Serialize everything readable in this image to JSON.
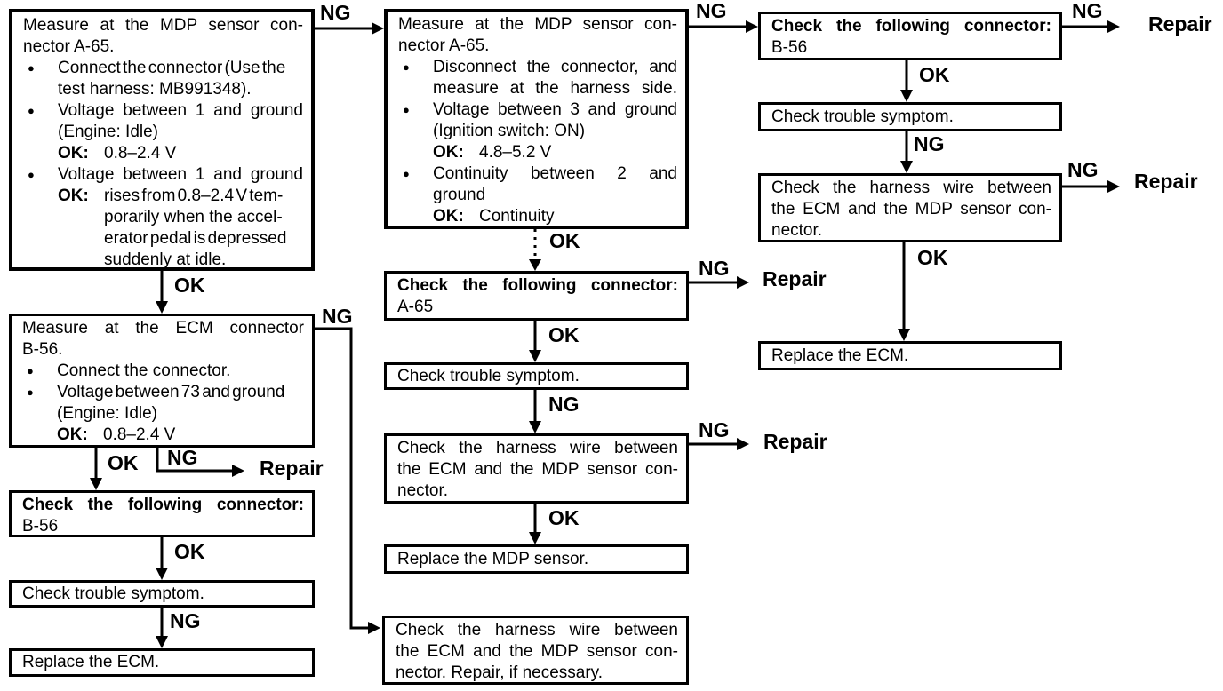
{
  "edge_labels": {
    "ng": "NG",
    "ok": "OK",
    "repair": "Repair"
  },
  "icons": {
    "bullet": "●"
  },
  "boxes": {
    "measure_mdp_connected": {
      "title_lines": [
        "Measure at the MDP sensor con-",
        "nector A-65."
      ],
      "bullets": [
        {
          "lines": [
            "Connect the connector (Use the",
            "test harness: MB991348)."
          ]
        },
        {
          "lines": [
            "Voltage between 1 and ground",
            "(Engine: Idle)"
          ],
          "ok_label": "OK:",
          "ok_value": "0.8–2.4 V"
        },
        {
          "lines": [
            "Voltage between 1 and ground"
          ],
          "ok_label": "OK:",
          "ok_value_lines": [
            "rises from 0.8–2.4 V tem-",
            "porarily when the accel-",
            "erator pedal is depressed",
            "suddenly at idle."
          ]
        }
      ]
    },
    "measure_ecm": {
      "title_lines": [
        "Measure at the ECM connector",
        "B-56."
      ],
      "bullets": [
        {
          "lines": [
            "Connect the connector."
          ]
        },
        {
          "lines": [
            "Voltage between 73 and ground",
            "(Engine: Idle)"
          ],
          "ok_label": "OK:",
          "ok_value": "0.8–2.4 V"
        }
      ]
    },
    "check_connector_b56_left": {
      "title": "Check the following connector:",
      "subtitle": "B-56"
    },
    "check_trouble_left": {
      "text": "Check trouble symptom."
    },
    "replace_ecm_left": {
      "text": "Replace the ECM."
    },
    "measure_mdp_disconnected": {
      "title_lines": [
        "Measure at the MDP sensor con-",
        "nector A-65."
      ],
      "bullets": [
        {
          "lines": [
            "Disconnect the connector, and",
            "measure at the harness side."
          ]
        },
        {
          "lines": [
            "Voltage between 3 and ground",
            "(Ignition switch: ON)"
          ],
          "ok_label": "OK:",
          "ok_value": "4.8–5.2 V"
        },
        {
          "lines": [
            "Continuity between 2 and",
            "ground"
          ],
          "ok_label": "OK:",
          "ok_value": "Continuity"
        }
      ]
    },
    "check_connector_a65": {
      "title": "Check the following connector:",
      "subtitle": "A-65"
    },
    "check_trouble_mid": {
      "text": "Check trouble symptom."
    },
    "check_harness_mid": {
      "lines": [
        "Check the harness wire between",
        "the ECM and the MDP sensor con-",
        "nector."
      ]
    },
    "replace_mdp": {
      "text": "Replace the MDP sensor."
    },
    "check_harness_repair": {
      "lines": [
        "Check the harness wire between",
        "the ECM and the MDP sensor con-",
        "nector. Repair, if necessary."
      ]
    },
    "check_connector_b56_right": {
      "title": "Check the following connector:",
      "subtitle": "B-56"
    },
    "check_trouble_right": {
      "text": "Check trouble symptom."
    },
    "check_harness_right": {
      "lines": [
        "Check the harness wire between",
        "the ECM and the MDP sensor con-",
        "nector."
      ]
    },
    "replace_ecm_right": {
      "text": "Replace the ECM."
    }
  }
}
